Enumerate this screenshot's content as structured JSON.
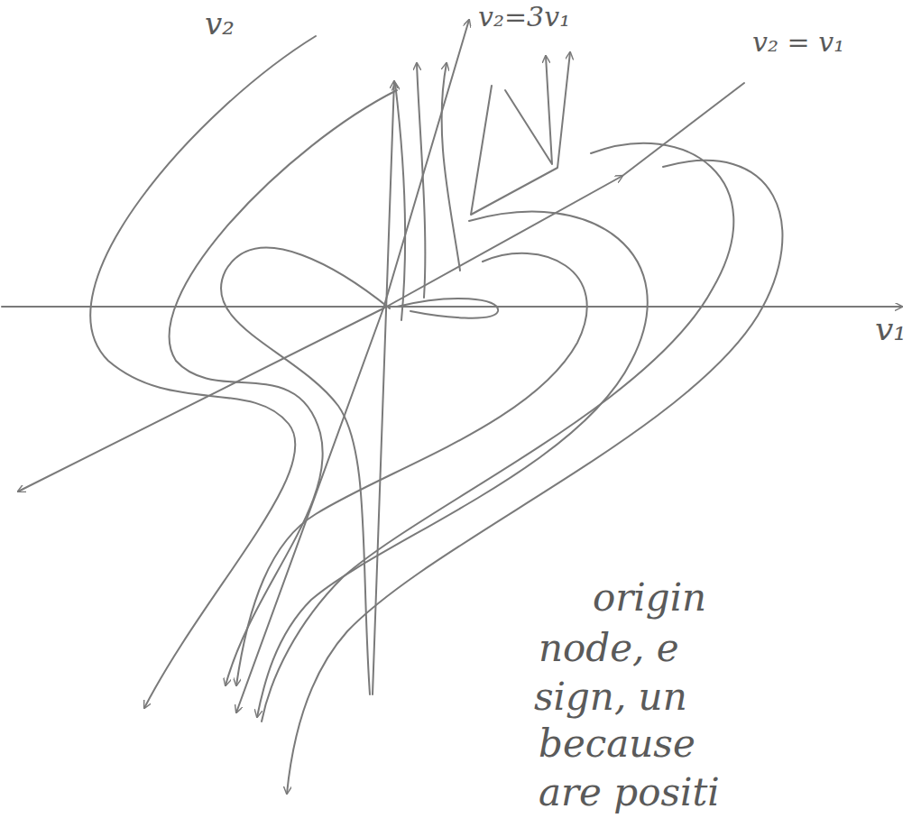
{
  "diagram": {
    "labels": [
      "v₂",
      "v₂=3v₁",
      "v₂ = v₁",
      "v₁",
      "origin",
      "node, e",
      "sign, un",
      "because",
      "are positi"
    ]
  }
}
